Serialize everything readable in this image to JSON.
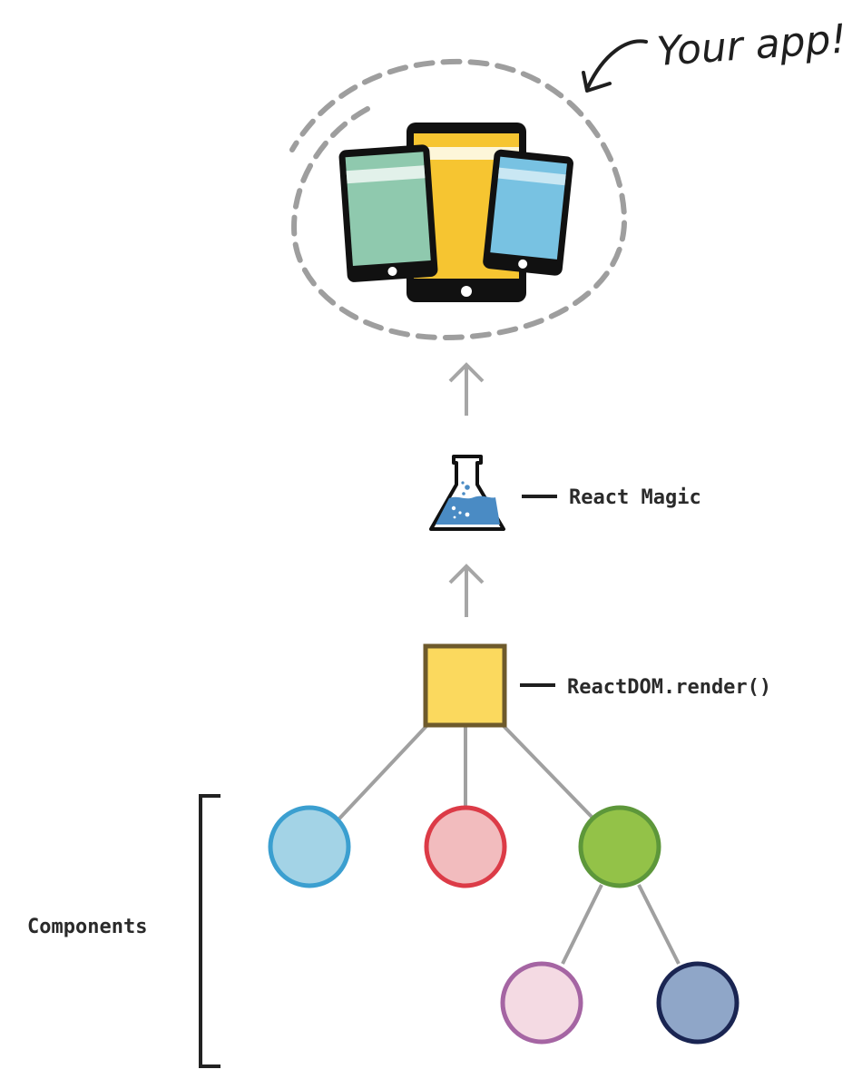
{
  "annotations": {
    "app_label": "Your app!",
    "magic_label": "React Magic",
    "render_label": "ReactDOM.render()",
    "components_label": "Components"
  },
  "icons": {
    "devices": "devices-icon",
    "flask": "flask-icon",
    "render_square": "square-node-icon"
  },
  "colors": {
    "dashed_ring": "#9e9e9e",
    "arrow": "#a6a6a6",
    "device_frame": "#111111",
    "tablet_yellow": "#f6c531",
    "tablet_green": "#8fc9ae",
    "phone_blue": "#78c2e2",
    "flask_liquid": "#4a8bc4",
    "render_fill": "#fbd95e",
    "render_border": "#6e5a2c",
    "connector": "#a0a0a0"
  },
  "tree": {
    "root": "ReactDOM.render()",
    "nodes": [
      {
        "id": "blue",
        "fill": "#a3d3e6",
        "stroke": "#3b9fd0",
        "parent": "root"
      },
      {
        "id": "red",
        "fill": "#f2bcbe",
        "stroke": "#dc3b47",
        "parent": "root"
      },
      {
        "id": "green",
        "fill": "#93c248",
        "stroke": "#5d973a",
        "parent": "root"
      },
      {
        "id": "pink",
        "fill": "#f4dae3",
        "stroke": "#a565a3",
        "parent": "green"
      },
      {
        "id": "navy",
        "fill": "#8fa6c8",
        "stroke": "#1a2552",
        "parent": "green"
      }
    ]
  }
}
